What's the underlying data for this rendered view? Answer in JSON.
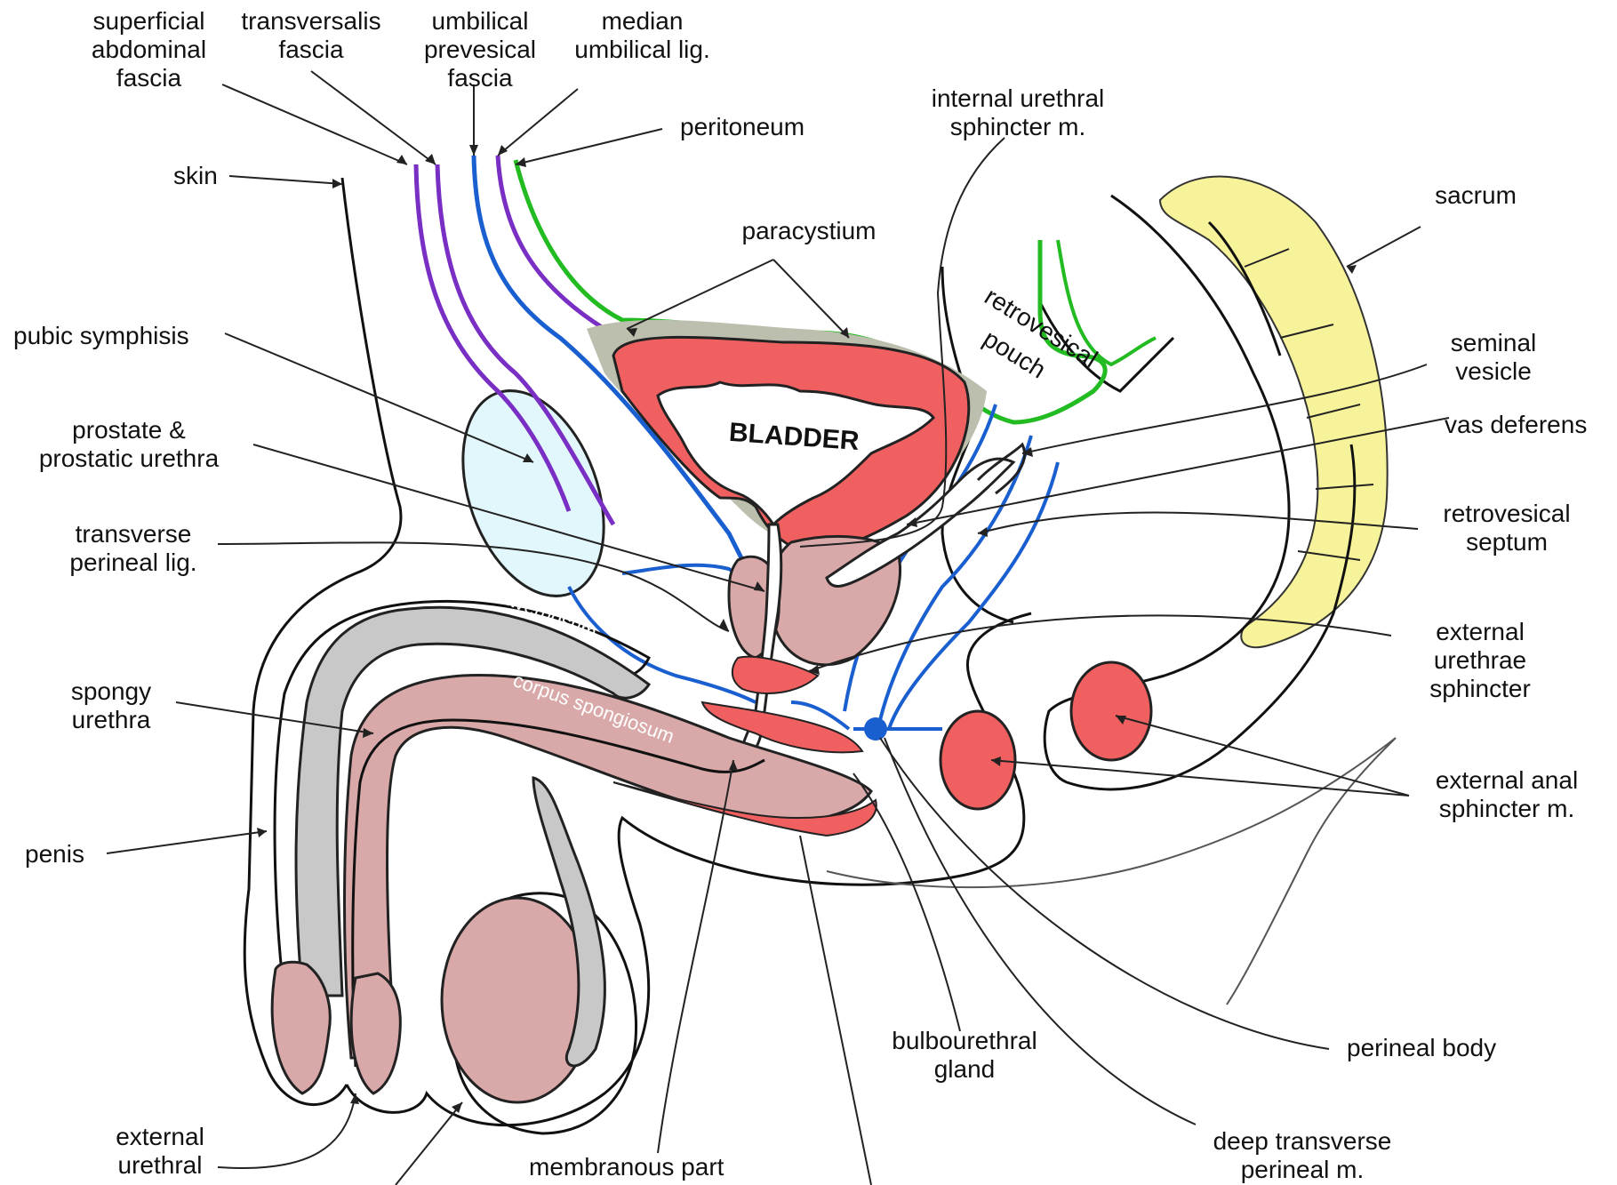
{
  "colors": {
    "fascia_purple": "#7a2fc4",
    "fascia_blue": "#1a5fd0",
    "peritoneum_green": "#22bb22",
    "muscle_red": "#f06060",
    "tissue_pink": "#d9a9a9",
    "erectile_gray": "#c8c8c8",
    "symphysis_blue": "#e2f7fb",
    "sacrum_yellow": "#f7f39a",
    "paracystium_gray": "#bcbfae"
  },
  "labels": {
    "superficial_abdominal_fascia": "superficial\nabdominal\nfascia",
    "transversalis_fascia": "transversalis\nfascia",
    "umbilical_prevesical_fascia": "umbilical\nprevesical\nfascia",
    "median_umbilical_lig": "median\numbilical lig.",
    "peritoneum": "peritoneum",
    "internal_urethral_sphincter": "internal urethral\nsphincter m.",
    "skin": "skin",
    "paracystium": "paracystium",
    "sacrum": "sacrum",
    "pubic_symphysis": "pubic symphisis",
    "seminal_vesicle": "seminal\nvesicle",
    "vas_deferens": "vas deferens",
    "prostate": "prostate &\nprostatic urethra",
    "transverse_perineal_lig": "transverse\nperineal lig.",
    "retrovesical_septum": "retrovesical\nseptum",
    "external_urethrae_sphincter": "external\nurethrae\nsphincter",
    "spongy_urethra": "spongy\nurethra",
    "external_anal_sphincter": "external anal\nsphincter m.",
    "penis": "penis",
    "bulbourethral_gland": "bulbourethral\ngland",
    "perineal_body": "perineal body",
    "external_urethral": "external\nurethral",
    "membranous_part": "membranous part",
    "deep_transverse_perineal": "deep transverse\nperineal m."
  },
  "inner_labels": {
    "bladder": "BLADDER",
    "retrovesical_pouch_1": "retrovesical",
    "retrovesical_pouch_2": "pouch",
    "corpus_cavernosum": "corpus cavernosum",
    "corpus_spongiosum": "corpus spongiosum"
  }
}
